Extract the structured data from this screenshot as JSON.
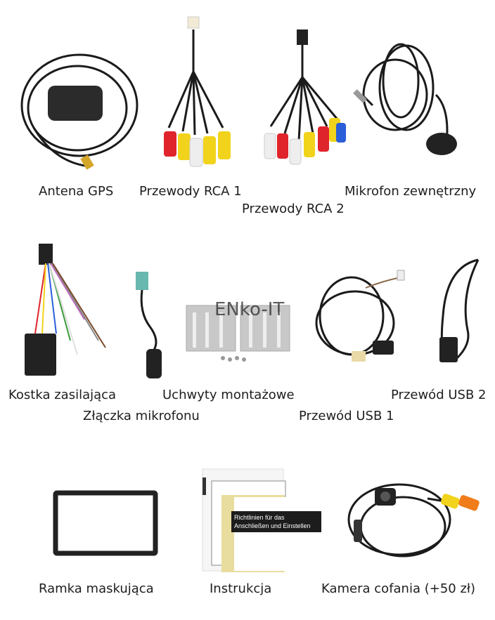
{
  "watermark": "ENko-IT",
  "items": [
    {
      "label": "Antena GPS"
    },
    {
      "label": "Przewody RCA 1"
    },
    {
      "label": "Przewody RCA 2"
    },
    {
      "label": "Mikrofon zewnętrzny"
    },
    {
      "label": "Kostka zasilająca"
    },
    {
      "label": "Uchwyty montażowe"
    },
    {
      "label": "Przewód USB 2"
    },
    {
      "label": "Złączka mikrofonu"
    },
    {
      "label": "Przewód USB 1"
    },
    {
      "label": "Ramka maskująca"
    },
    {
      "label": "Instrukcja"
    },
    {
      "label": "Kamera cofania (+50 zł)"
    }
  ],
  "manual_text": [
    "Richtlinien für das",
    "Anschließen und Einstellen"
  ],
  "colors": {
    "red": "#e0242b",
    "yellow": "#f2d31b",
    "white": "#f2f2f2",
    "orange": "#f07c1a",
    "cable": "#1b1b1b"
  }
}
